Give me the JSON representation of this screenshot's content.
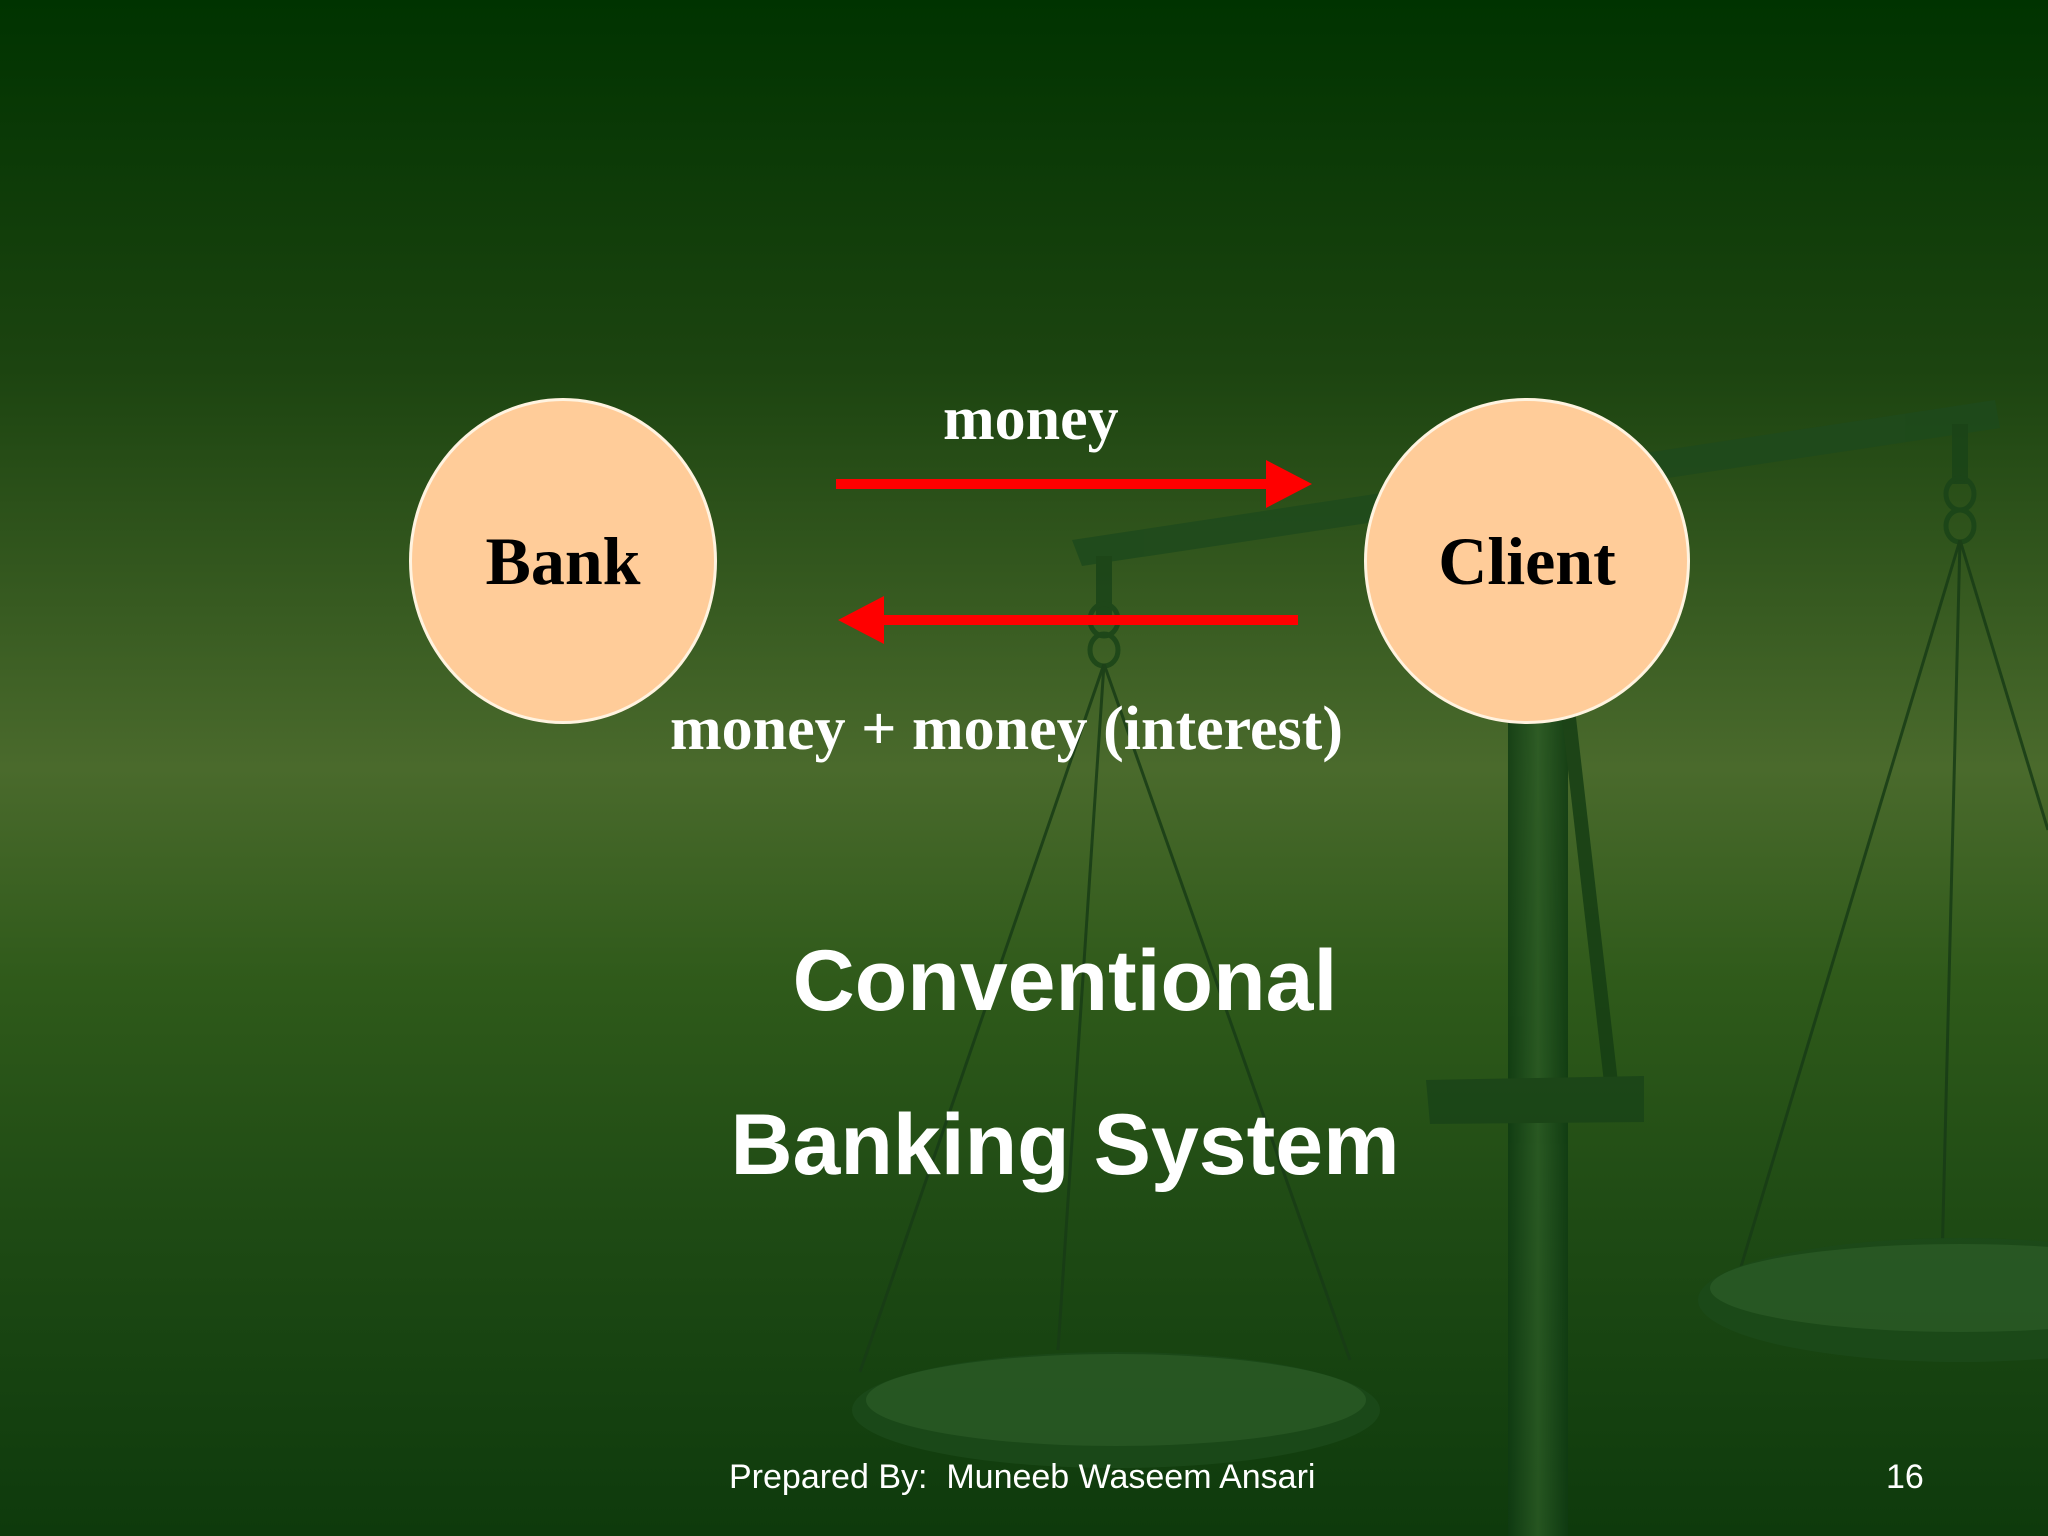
{
  "diagram": {
    "nodes": [
      {
        "id": "bank",
        "label": "Bank"
      },
      {
        "id": "client",
        "label": "Client"
      }
    ],
    "edges": [
      {
        "from": "bank",
        "to": "client",
        "label": "money"
      },
      {
        "from": "client",
        "to": "bank",
        "label": "money + money (interest)"
      }
    ]
  },
  "title": {
    "line1": "Conventional",
    "line2": "Banking System"
  },
  "footer": {
    "prepared_by": "Prepared By:  Muneeb Waseem Ansari",
    "page_number": "16"
  },
  "colors": {
    "node_fill": "#ffcc99",
    "arrow": "#ff0000",
    "text": "#ffffff"
  }
}
